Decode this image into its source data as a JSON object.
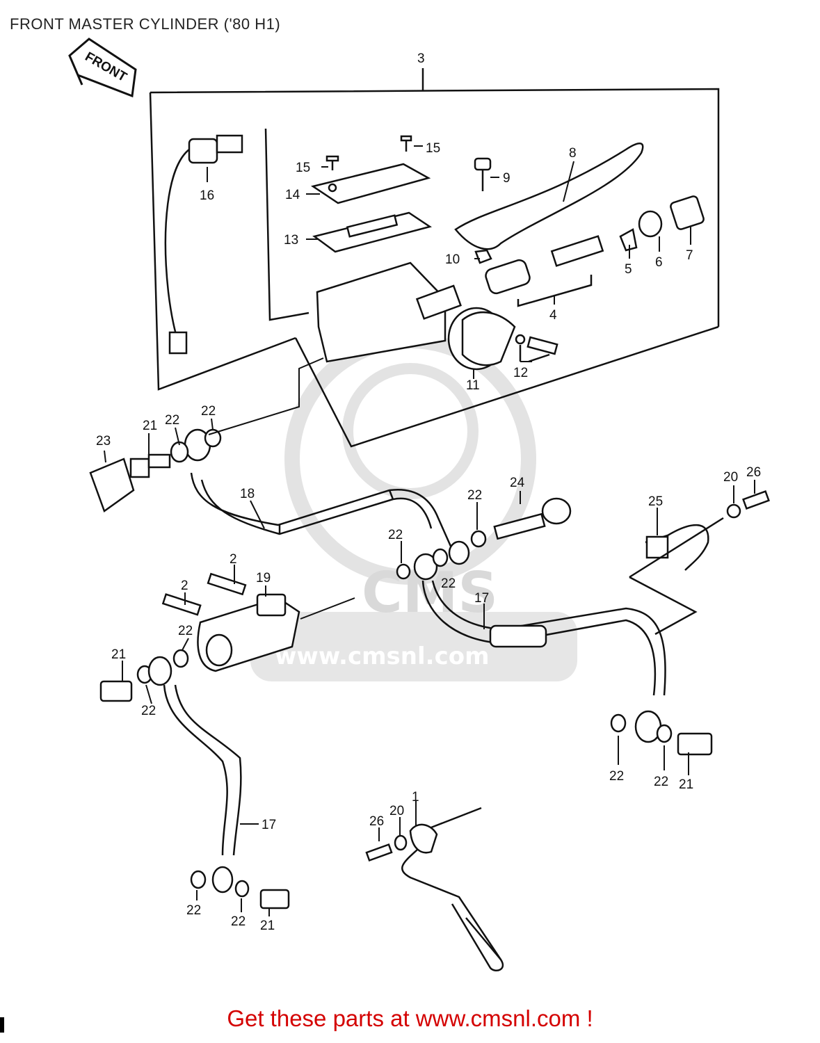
{
  "title": "FRONT MASTER CYLINDER ('80 H1)",
  "footer": "Get these parts at www.cmsnl.com !",
  "front_arrow_text": "FRONT",
  "watermark": {
    "text": "www.cmsnl.com",
    "logo": "CMS"
  },
  "colors": {
    "line": "#111111",
    "footer": "#d40000",
    "watermark": "#d9d9d9"
  },
  "callouts": {
    "c1": "1",
    "c2a": "2",
    "c2b": "2",
    "c3": "3",
    "c4": "4",
    "c5": "5",
    "c6": "6",
    "c7": "7",
    "c8": "8",
    "c9": "9",
    "c10": "10",
    "c11": "11",
    "c12": "12",
    "c13": "13",
    "c14": "14",
    "c15a": "15",
    "c15b": "15",
    "c16": "16",
    "c17a": "17",
    "c17b": "17",
    "c18": "18",
    "c19": "19",
    "c20a": "20",
    "c20b": "20",
    "c21a": "21",
    "c21b": "21",
    "c21c": "21",
    "c21d": "21",
    "c22a": "22",
    "c22b": "22",
    "c22c": "22",
    "c22d": "22",
    "c22e": "22",
    "c22f": "22",
    "c22g": "22",
    "c22h": "22",
    "c22i": "22",
    "c22j": "22",
    "c22k": "22",
    "c23": "23",
    "c24": "24",
    "c25": "25",
    "c26a": "26",
    "c26b": "26"
  }
}
